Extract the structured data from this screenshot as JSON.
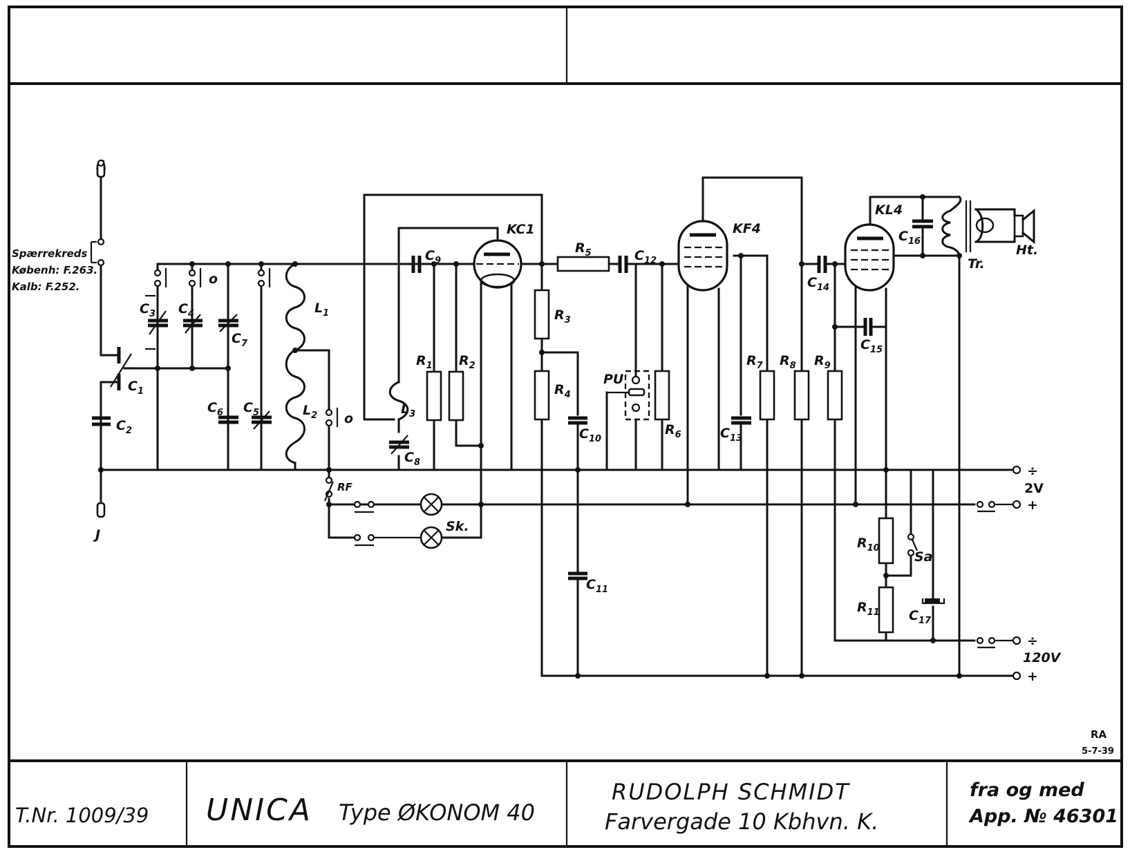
{
  "document": {
    "type": "radio receiver circuit schematic",
    "initials_mark": "RA",
    "drawing_date": "5-7-39"
  },
  "title_block": {
    "drawing_number": "T.Nr. 1009/39",
    "brand": "UNICA",
    "model": "Type ØKONOM 40",
    "company_name": "RUDOLPH SCHMIDT",
    "company_address": "Farvergade 10 Kbhvn. K.",
    "serial_note_line1": "fra og med",
    "serial_note_line2": "App. № 46301"
  },
  "notes": {
    "sparrekreds_line1": "Spærrekreds",
    "sparrekreds_line2": "Københ: F.263.",
    "sparrekreds_line3": "Kalb: F.252."
  },
  "terminals": {
    "antenna": "A",
    "ground": "J",
    "supply_2v_minus": "÷",
    "supply_2v_label": "2V",
    "supply_2v_plus": "+",
    "supply_120v_minus": "÷",
    "supply_120v_label": "120V",
    "supply_120v_plus": "+"
  },
  "tubes": [
    {
      "id": "KC1",
      "label": "KC1"
    },
    {
      "id": "KF4",
      "label": "KF4"
    },
    {
      "id": "KL4",
      "label": "KL4"
    }
  ],
  "capacitors": [
    {
      "id": "C1",
      "prefix": "C",
      "sub": "1"
    },
    {
      "id": "C2",
      "prefix": "C",
      "sub": "2"
    },
    {
      "id": "C3",
      "prefix": "C",
      "sub": "3"
    },
    {
      "id": "C4",
      "prefix": "C",
      "sub": "4"
    },
    {
      "id": "C5",
      "prefix": "C",
      "sub": "5"
    },
    {
      "id": "C6",
      "prefix": "C",
      "sub": "6"
    },
    {
      "id": "C7",
      "prefix": "C",
      "sub": "7"
    },
    {
      "id": "C8",
      "prefix": "C",
      "sub": "8"
    },
    {
      "id": "C9",
      "prefix": "C",
      "sub": "9"
    },
    {
      "id": "C10",
      "prefix": "C",
      "sub": "10"
    },
    {
      "id": "C11",
      "prefix": "C",
      "sub": "11"
    },
    {
      "id": "C12",
      "prefix": "C",
      "sub": "12"
    },
    {
      "id": "C13",
      "prefix": "C",
      "sub": "13"
    },
    {
      "id": "C14",
      "prefix": "C",
      "sub": "14"
    },
    {
      "id": "C15",
      "prefix": "C",
      "sub": "15"
    },
    {
      "id": "C16",
      "prefix": "C",
      "sub": "16"
    },
    {
      "id": "C17",
      "prefix": "C",
      "sub": "17"
    }
  ],
  "resistors": [
    {
      "id": "R1",
      "prefix": "R",
      "sub": "1"
    },
    {
      "id": "R2",
      "prefix": "R",
      "sub": "2"
    },
    {
      "id": "R3",
      "prefix": "R",
      "sub": "3"
    },
    {
      "id": "R4",
      "prefix": "R",
      "sub": "4"
    },
    {
      "id": "R5",
      "prefix": "R",
      "sub": "5"
    },
    {
      "id": "R6",
      "prefix": "R",
      "sub": "6"
    },
    {
      "id": "R7",
      "prefix": "R",
      "sub": "7"
    },
    {
      "id": "R8",
      "prefix": "R",
      "sub": "8"
    },
    {
      "id": "R9",
      "prefix": "R",
      "sub": "9"
    },
    {
      "id": "R10",
      "prefix": "R",
      "sub": "10"
    },
    {
      "id": "R11",
      "prefix": "R",
      "sub": "11"
    }
  ],
  "inductors": [
    {
      "id": "L1",
      "prefix": "L",
      "sub": "1"
    },
    {
      "id": "L2",
      "prefix": "L",
      "sub": "2"
    },
    {
      "id": "L3",
      "prefix": "L",
      "sub": "3"
    }
  ],
  "other_components": {
    "pickup": "PU",
    "rf_switch": "RF",
    "scale_lamps": "Sk.",
    "switch_sa": "Sa",
    "output_transformer": "Tr.",
    "loudspeaker": "Ht.",
    "switch_mark_o": "o",
    "switch_mark_one": "|"
  }
}
